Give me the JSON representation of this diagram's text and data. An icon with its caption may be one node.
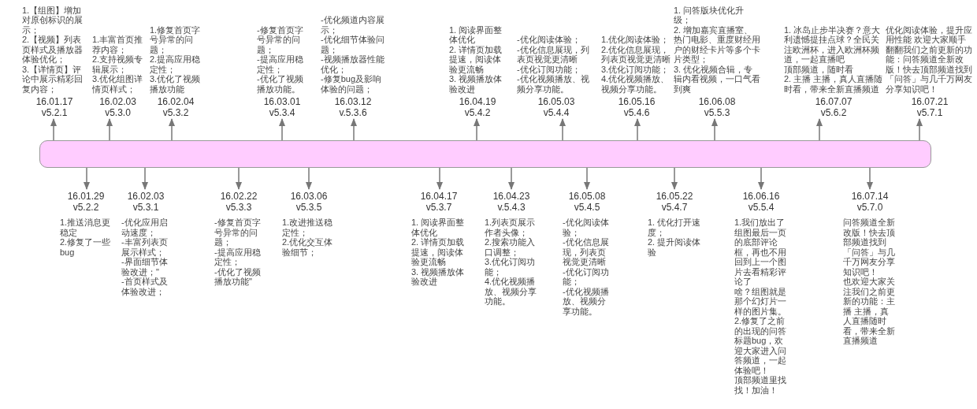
{
  "diagram": {
    "nodes": [
      {
        "text": [],
        "shape": "bar"
      },
      {
        "text": [
          "1.【组图】增加对原创标识的展示；",
          "2.【视频】列表页样式及播放器体验优化；",
          "3.【详情页】评论中展示精彩回复内容；",
          "16.01.17",
          "v5.2.1"
        ]
      },
      {
        "text": [
          "16.01.29",
          "v5.2.2",
          "1.推送消息更稳定",
          "2.修复了一些bug"
        ]
      },
      {
        "text": [
          "1.丰富首页推荐内容；",
          "2.支持视频专辑展示；",
          "3.优化组图详情页样式；",
          "16.02.03",
          "v5.3.0"
        ]
      },
      {
        "text": [
          "16.02.03",
          "v5.3.1",
          "-优化应用启动速度；",
          "-丰富列表页展示样式；",
          "-界面细节体验改进；\"",
          "-首页样式及体验改进；"
        ]
      },
      {
        "text": [
          "1.修复首页字号异常的问题；",
          "2.提高应用稳定性；",
          "3.优化了视频播放功能",
          "16.02.04",
          "v5.3.2"
        ]
      },
      {
        "text": [
          "16.02.22",
          "v5.3.3",
          "-修复首页字号异常的问题；",
          "-提高应用稳定性；",
          "-优化了视频播放功能\""
        ]
      },
      {
        "text": [
          "-修复首页字号异常的问题；",
          "-提高应用稳定性；",
          "-优化了视频播放功能。",
          "16.03.01",
          "v5.3.4"
        ]
      },
      {
        "text": [
          "16.03.06",
          "v5.3.5",
          "1.改进推送稳定性；",
          "2.优化交互体验细节；"
        ]
      },
      {
        "text": [
          "-优化频道内容展示；",
          "-优化细节体验问题；",
          "-视频播放器性能优化；",
          "-修复bug及影响体验的问题；",
          "16.03.12",
          "v.5.3.6"
        ]
      },
      {
        "text": [
          "16.04.17",
          "v5.3.7",
          "1. 阅读界面整体优化",
          "2. 详情页加载提速，阅读体验更流畅",
          "3. 视频播放体验改进"
        ]
      },
      {
        "text": [
          "1. 阅读界面整体优化",
          "2. 详情页加载提速，阅读体验更流畅",
          "3. 视频播放体验改进",
          "16.04.19",
          "v5.4.2"
        ]
      },
      {
        "text": [
          "16.04.23",
          "v.5.4.3",
          "1.列表页展示作者头像；",
          "2.搜索功能入口调整；",
          "3.优化订阅功能；",
          "4.优化视频播放、视频分享功能。"
        ]
      },
      {
        "text": [
          "-优化阅读体验；",
          "-优化信息展现，列表页视觉更清晰",
          "-优化订阅功能；",
          "-优化视频播放、视频分享功能。",
          "16.05.03",
          "v5.4.4"
        ]
      },
      {
        "text": [
          "16.05.08",
          "v5.4.5",
          "-优化阅读体验；",
          "-优化信息展现，列表页视觉更清晰",
          "-优化订阅功能；",
          "-优化视频播放、视频分享功能。"
        ]
      },
      {
        "text": [
          "1.优化阅读体验；",
          "2.优化信息展现，列表页视觉更清晰",
          "3.优化订阅功能；",
          "4.优化视频播放、视频分享功能。",
          "16.05.16",
          "v5.4.6"
        ]
      },
      {
        "text": [
          "16.05.22",
          "v5.4.7",
          "1. 优化打开速度；",
          "2. 提升阅读体验"
        ]
      },
      {
        "text": [
          "1. 问答版块优化升级；",
          "2. 增加嘉宾直播室、热门电影、重度财经用户的财经卡片等多个卡片类型；",
          "3. 优化视频合辑，专辑内看视频，一口气看到爽",
          "16.06.08",
          "v5.5.3"
        ]
      },
      {
        "text": [
          "16.06.16",
          "v5.5.4",
          "1.我们放出了组图最后一页的底部评论框，再也不用回到上一个图片去看精彩评论了",
          "啥？组图就是那个幻灯片一样的图片集。",
          "2.修复了之前的出现的问答标题bug，欢迎大家进入问答频道，一起体验吧！",
          "顶部频道里找找！加油！"
        ]
      },
      {
        "text": [
          "1. 冰岛止步半决赛？意大利遗憾提挂点球？全民关注欧洲杯，进入欧洲杯频道，一起直播吧",
          "顶部频道，随时看",
          "2. 主播 主播，真人直播随时看，带来全新直播频道",
          "16.07.07",
          "v5.6.2"
        ]
      },
      {
        "text": [
          "16.07.14",
          "v5.7.0",
          "问答频道全新改版！快去顶部频道找到「问答」与几千万网友分享知识吧！",
          "也欢迎大家关注我们之前更新的功能：主播 主播，真人直播随时看，带来全新直播频道"
        ]
      },
      {
        "text": [
          "优化阅读体验，提升应用性能 欢迎大家顺手翻翻我们之前更新的功能：问答频道全新改版！快去顶部频道找到「问答」与几千万网友分享知识吧！",
          "16.07.21",
          "v5.7.1"
        ]
      }
    ],
    "edges": [
      {
        "from": 0,
        "to": 1,
        "arrow": "to"
      },
      {
        "from": 0,
        "to": 2,
        "arrow": "to"
      },
      {
        "from": 0,
        "to": 3,
        "arrow": "to"
      },
      {
        "from": 0,
        "to": 4,
        "arrow": "to"
      },
      {
        "from": 0,
        "to": 5,
        "arrow": "to"
      },
      {
        "from": 0,
        "to": 6,
        "arrow": "to"
      },
      {
        "from": 0,
        "to": 7,
        "arrow": "to"
      },
      {
        "from": 0,
        "to": 8,
        "arrow": "to"
      },
      {
        "from": 0,
        "to": 9,
        "arrow": "to"
      },
      {
        "from": 0,
        "to": 10,
        "arrow": "to"
      },
      {
        "from": 0,
        "to": 11,
        "arrow": "to"
      },
      {
        "from": 0,
        "to": 12,
        "arrow": "to"
      },
      {
        "from": 0,
        "to": 13,
        "arrow": "to"
      },
      {
        "from": 0,
        "to": 14,
        "arrow": "to"
      },
      {
        "from": 0,
        "to": 15,
        "arrow": "to"
      },
      {
        "from": 0,
        "to": 16,
        "arrow": "to"
      },
      {
        "from": 0,
        "to": 17,
        "arrow": "to"
      },
      {
        "from": 0,
        "to": 18,
        "arrow": "to"
      },
      {
        "from": 0,
        "to": 19,
        "arrow": "to"
      },
      {
        "from": 0,
        "to": 20,
        "arrow": "to"
      },
      {
        "from": 0,
        "to": 21,
        "arrow": "to"
      }
    ]
  }
}
